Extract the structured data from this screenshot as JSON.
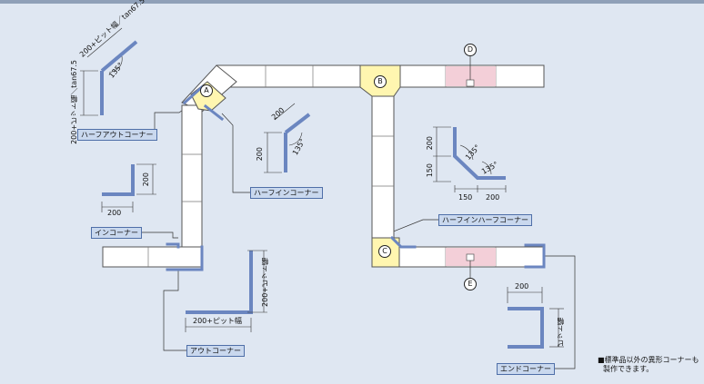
{
  "labels": {
    "half_out_corner": "ハーフアウトコーナー",
    "half_in_corner": "ハーフインコーナー",
    "half_in_half_corner": "ハーフインハーフコーナー",
    "in_corner": "インコーナー",
    "out_corner": "アウトコーナー",
    "end_corner": "エンドコーナー"
  },
  "markers": {
    "a": "A",
    "b": "B",
    "c": "C",
    "d": "D",
    "e": "E"
  },
  "dims": {
    "d200": "200",
    "d150": "150",
    "angle135": "135°",
    "pit_tan": "200+ピット幅／tan67.5",
    "pit": "200+ピット幅",
    "pit_width": "ピット幅"
  },
  "note": {
    "line1": "■標準品以外の異形コーナーも",
    "line2": "製作できます。"
  },
  "colors": {
    "accent": "#fff6b0",
    "pink": "#f3cfd8",
    "steel": "#6b86c0"
  }
}
